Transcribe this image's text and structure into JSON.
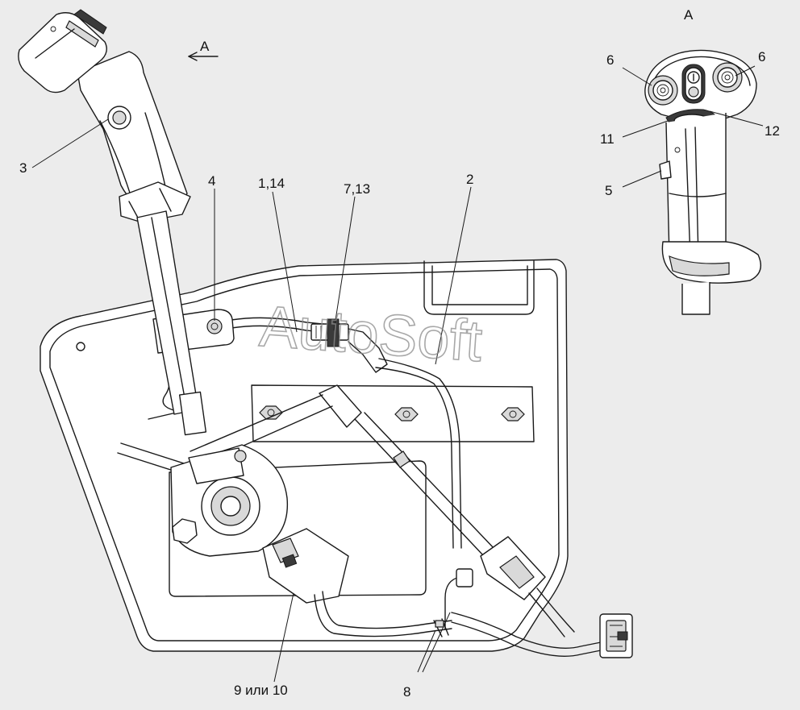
{
  "watermark": "AutoSoft",
  "view": {
    "arrow_label": "A",
    "detail_title": "А"
  },
  "callouts": {
    "c1_14": "1,14",
    "c2": "2",
    "c3": "3",
    "c4": "4",
    "c5": "5",
    "c6_left": "6",
    "c6_right": "6",
    "c7_13": "7,13",
    "c8": "8",
    "c9_10": "9 или 10",
    "c11": "11",
    "c12": "12"
  }
}
